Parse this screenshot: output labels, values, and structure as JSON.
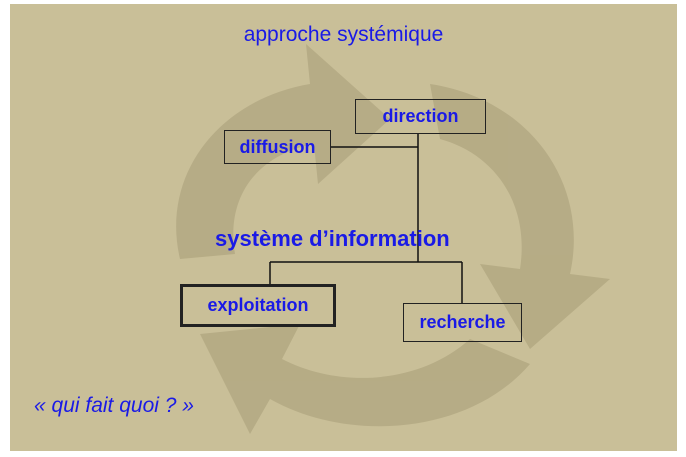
{
  "slide": {
    "title": "approche systémique",
    "center_label": "système d’information",
    "quote": "« qui fait quoi ? »",
    "boxes": {
      "direction": "direction",
      "diffusion": "diffusion",
      "exploitation": "exploitation",
      "recherche": "recherche"
    }
  },
  "colors": {
    "background": "#c9bf98",
    "text_blue": "#1a1ae6",
    "watermark_arrows": "#b3a983",
    "lines": "#111111"
  },
  "icons": {
    "background": "circular-recycle-arrows-icon"
  }
}
